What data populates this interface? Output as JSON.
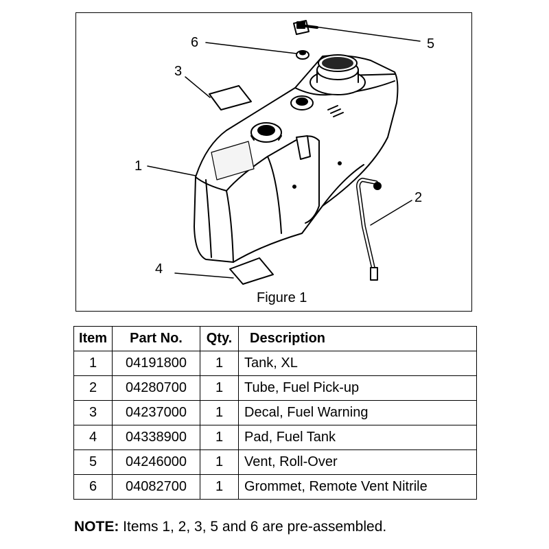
{
  "figure": {
    "caption": "Figure 1",
    "callouts": [
      "1",
      "2",
      "3",
      "4",
      "5",
      "6"
    ]
  },
  "table": {
    "headers": [
      "Item",
      "Part No.",
      "Qty.",
      "Description"
    ],
    "rows": [
      {
        "item": "1",
        "part": "04191800",
        "qty": "1",
        "desc": "Tank, XL"
      },
      {
        "item": "2",
        "part": "04280700",
        "qty": "1",
        "desc": "Tube, Fuel Pick-up"
      },
      {
        "item": "3",
        "part": "04237000",
        "qty": "1",
        "desc": "Decal, Fuel Warning"
      },
      {
        "item": "4",
        "part": "04338900",
        "qty": "1",
        "desc": "Pad, Fuel Tank"
      },
      {
        "item": "5",
        "part": "04246000",
        "qty": "1",
        "desc": "Vent, Roll-Over"
      },
      {
        "item": "6",
        "part": "04082700",
        "qty": "1",
        "desc": "Grommet, Remote Vent Nitrile"
      }
    ]
  },
  "note": {
    "label": "NOTE:",
    "text": " Items 1, 2, 3, 5 and 6 are pre-assembled."
  }
}
